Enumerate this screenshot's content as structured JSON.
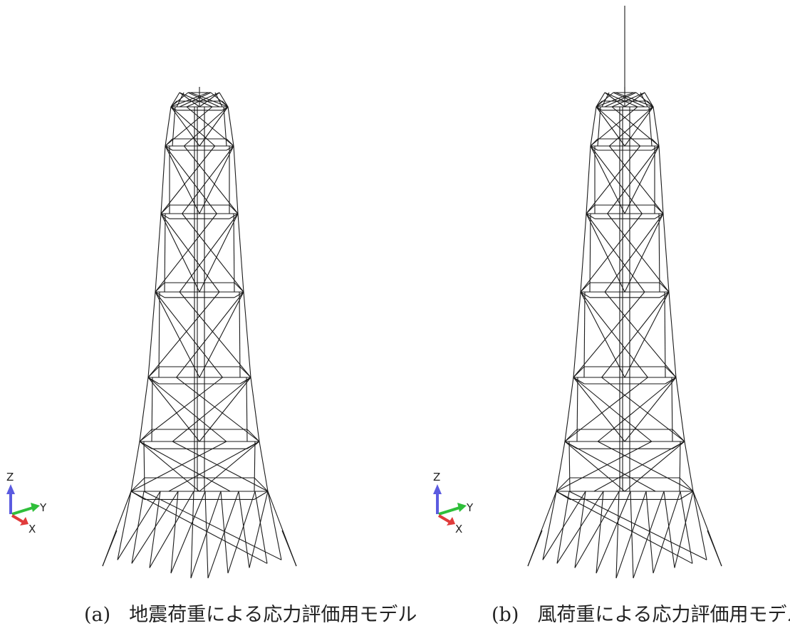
{
  "panels": [
    {
      "id": "a",
      "caption_label": "(a)",
      "caption_text": "地震荷重による応力評価用モデル",
      "antenna": false
    },
    {
      "id": "b",
      "caption_label": "(b)",
      "caption_text": "風荷重による応力評価用モデル",
      "antenna": true
    }
  ],
  "axis_triad": {
    "z_label": "Z",
    "y_label": "Y",
    "x_label": "X",
    "z_color": "#5b5be0",
    "y_color": "#2fbf3a",
    "x_color": "#e03b3b"
  }
}
